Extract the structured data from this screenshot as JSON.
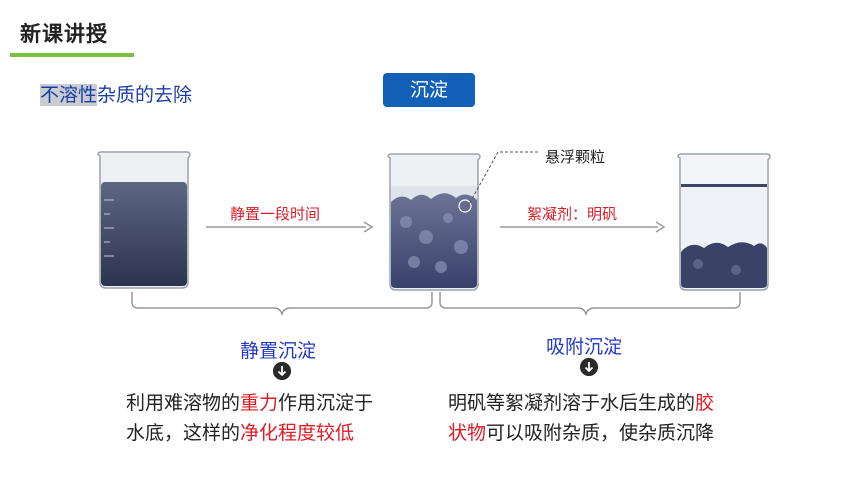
{
  "header": {
    "title": "新课讲授"
  },
  "subtitle": {
    "highlight": "不溶性",
    "rest": "杂质的去除"
  },
  "tag": {
    "label": "沉淀"
  },
  "steps": [
    {
      "label": "静置一段时间"
    },
    {
      "label": "絮凝剂：明矾"
    }
  ],
  "callout": {
    "label": "悬浮颗粒"
  },
  "methods": [
    {
      "name": "静置沉淀",
      "desc_line1": {
        "a": "利用难溶物的",
        "b": "重力",
        "c": "作用沉淀于"
      },
      "desc_line2": {
        "a": "水底，这样的",
        "b": "净化程度较低"
      }
    },
    {
      "name": "吸附沉淀",
      "desc_line1": {
        "a": "明矾等絮凝剂溶于水后生成的",
        "b": "胶"
      },
      "desc_line2": {
        "a": "状物",
        "b": "可以吸附杂质，使杂质沉降"
      }
    }
  ],
  "icons": [
    "beaker-murky-icon",
    "beaker-settling-icon",
    "beaker-clear-icon",
    "arrow-right-icon",
    "arrow-down-circle-icon"
  ],
  "colors": {
    "accent_green": "#7ac143",
    "tag_blue": "#1260b8",
    "label_blue": "#2438c8",
    "highlight_red": "#e01b24"
  }
}
